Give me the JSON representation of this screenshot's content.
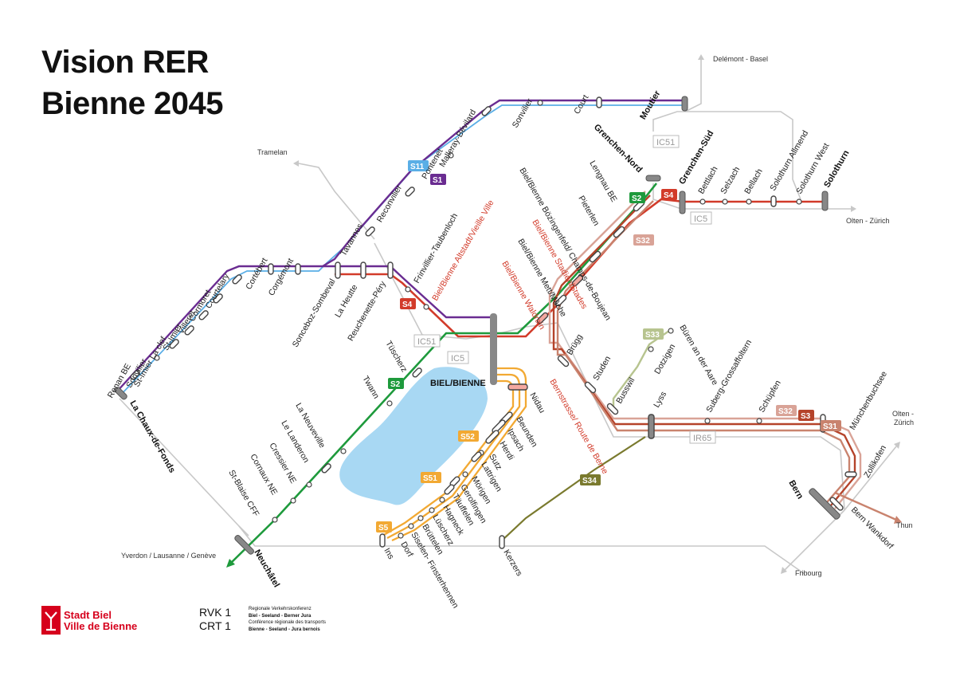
{
  "title": {
    "line1": "Vision RER",
    "line2": "Bienne 2045"
  },
  "colors": {
    "S1": "#6a2c91",
    "S11": "#5aaee6",
    "S2": "#1e9a3c",
    "S4": "#d23b2a",
    "S3": "#b5432a",
    "S31": "#c9836e",
    "S32": "#d9a397",
    "S33": "#b7c48f",
    "S34": "#7a7a2e",
    "S5": "#f2a933",
    "S51": "#f2a933",
    "S52": "#f2a933",
    "IC": "#bfbfbf",
    "lake": "#a8d8f3",
    "logo": "#d6001c"
  },
  "lines": {
    "S1": "S1",
    "S11": "S11",
    "S2a": "S2",
    "S2b": "S2",
    "S4a": "S4",
    "S4b": "S4",
    "S3": "S3",
    "S31": "S31",
    "S32a": "S32",
    "S32b": "S32",
    "S33": "S33",
    "S34": "S34",
    "S5": "S5",
    "S51": "S51",
    "S52": "S52",
    "IC51a": "IC51",
    "IC51b": "IC51",
    "IC5a": "IC5",
    "IC5b": "IC5",
    "IR65": "IR65"
  },
  "destinations": {
    "delemont": "Delémont - Basel",
    "tramelan": "Tramelan",
    "olten_zurich": "Olten - Zürich",
    "olten2a": "Olten -",
    "olten2b": "Zürich",
    "thun": "Thun",
    "fribourg": "Fribourg",
    "yverdon": "Yverdon / Lausanne / Genève"
  },
  "stations": {
    "moutier": "Moutier",
    "court": "Court",
    "sonvilier_top": "Sonvilier",
    "malleray": "Malleray-Bévilard",
    "pontenet": "Pontenet",
    "reconvilier": "Reconvilier",
    "tavannes": "Tavannes",
    "corgemont": "Corgémont",
    "cortebert": "Cortébert",
    "courtelary": "Courtelary",
    "cormoret": "Cormoret",
    "villeret": "Villeret",
    "st_imier": "St-Imier",
    "st_imier_clef": "St-Imier La clef",
    "sonvilier": "Sonvilier",
    "renan": "Renan BE",
    "chaux": "La Chaux-de-Fonds",
    "sonceboz": "Sonceboz-Sombeval",
    "la_heutte": "La Heutte",
    "reuchenette": "Reuchenette-Péry",
    "frinvillier": "Frinvillier-Taubenloch",
    "biel_altstadt": "Biel/Bienne Altstadt/Vieille Ville",
    "grenchen_nord": "Grenchen-Nord",
    "grenchen_sud": "Grenchen-Süd",
    "bettlach": "Bettlach",
    "selzach": "Selzach",
    "bellach": "Bellach",
    "solothurn_allmend": "Solothurn Allmend",
    "solothurn_west": "Solothurn West",
    "solothurn": "Solothurn",
    "lengnau": "Lengnau BE",
    "pieterlen": "Pieterlen",
    "bozingenfeld": "Biel/Bienne Bözingenfeld/ Champs-de-Boujean",
    "stades": "Biel/Bienne Stadien/Stades",
    "mett": "Biel/Bienne Mett/Mâche",
    "waldrain": "Biel/Bienne Waldrain",
    "biel": "BIEL/BIENNE",
    "tuscherz": "Tüscherz",
    "twann": "Twann",
    "la_neuveville": "La Neuveville",
    "le_landeron": "Le Landeron",
    "cressier": "Cressier NE",
    "cornaux": "Cornaux NE",
    "st_blaise": "St-Blaise CFF",
    "neuchatel": "Neuchâtel",
    "brugg": "Brügg",
    "studen": "Studen",
    "busswil": "Busswil",
    "lyss": "Lyss",
    "dotzigen": "Dotzigen",
    "buren": "Büren an der Aare",
    "suberg": "Suberg-Grossaffoltern",
    "schupfen": "Schüpfen",
    "munchenbuchsee": "Münchenbuchsee",
    "zollikofen": "Zollikofen",
    "bern": "Bern",
    "bern_wankdorf": "Bern Wankdorf",
    "bernstrasse": "Bernstrasse/ Route de Berne",
    "nidau": "Nidau",
    "beunden": "Beunden",
    "ipsach": "Ipsach",
    "herdi": "Herdi",
    "sutz": "Sutz",
    "lattrigen": "Lattrigen",
    "morigen": "Mörigen",
    "gerolfingen": "Gerolfingen",
    "tauffelen": "Täuffelen",
    "hagneck": "Hagneck",
    "luscherz": "Lüscherz",
    "brutteln": "Brüttelen",
    "siselen": "Siselen- Finsterhennen",
    "ins_dorf": "Dorf",
    "ins": "Ins",
    "kerzers": "Kerzers"
  },
  "footer": {
    "logo_line1": "Stadt Biel",
    "logo_line2": "Ville de Bienne",
    "rvk": "RVK 1",
    "crt": "CRT 1",
    "rvk_note1": "Regionale Verkehrskonferenz",
    "rvk_note2": "Biel - Seeland - Berner Jura",
    "crt_note1": "Conférence régionale des transports",
    "crt_note2": "Bienne - Seeland - Jura bernois"
  }
}
